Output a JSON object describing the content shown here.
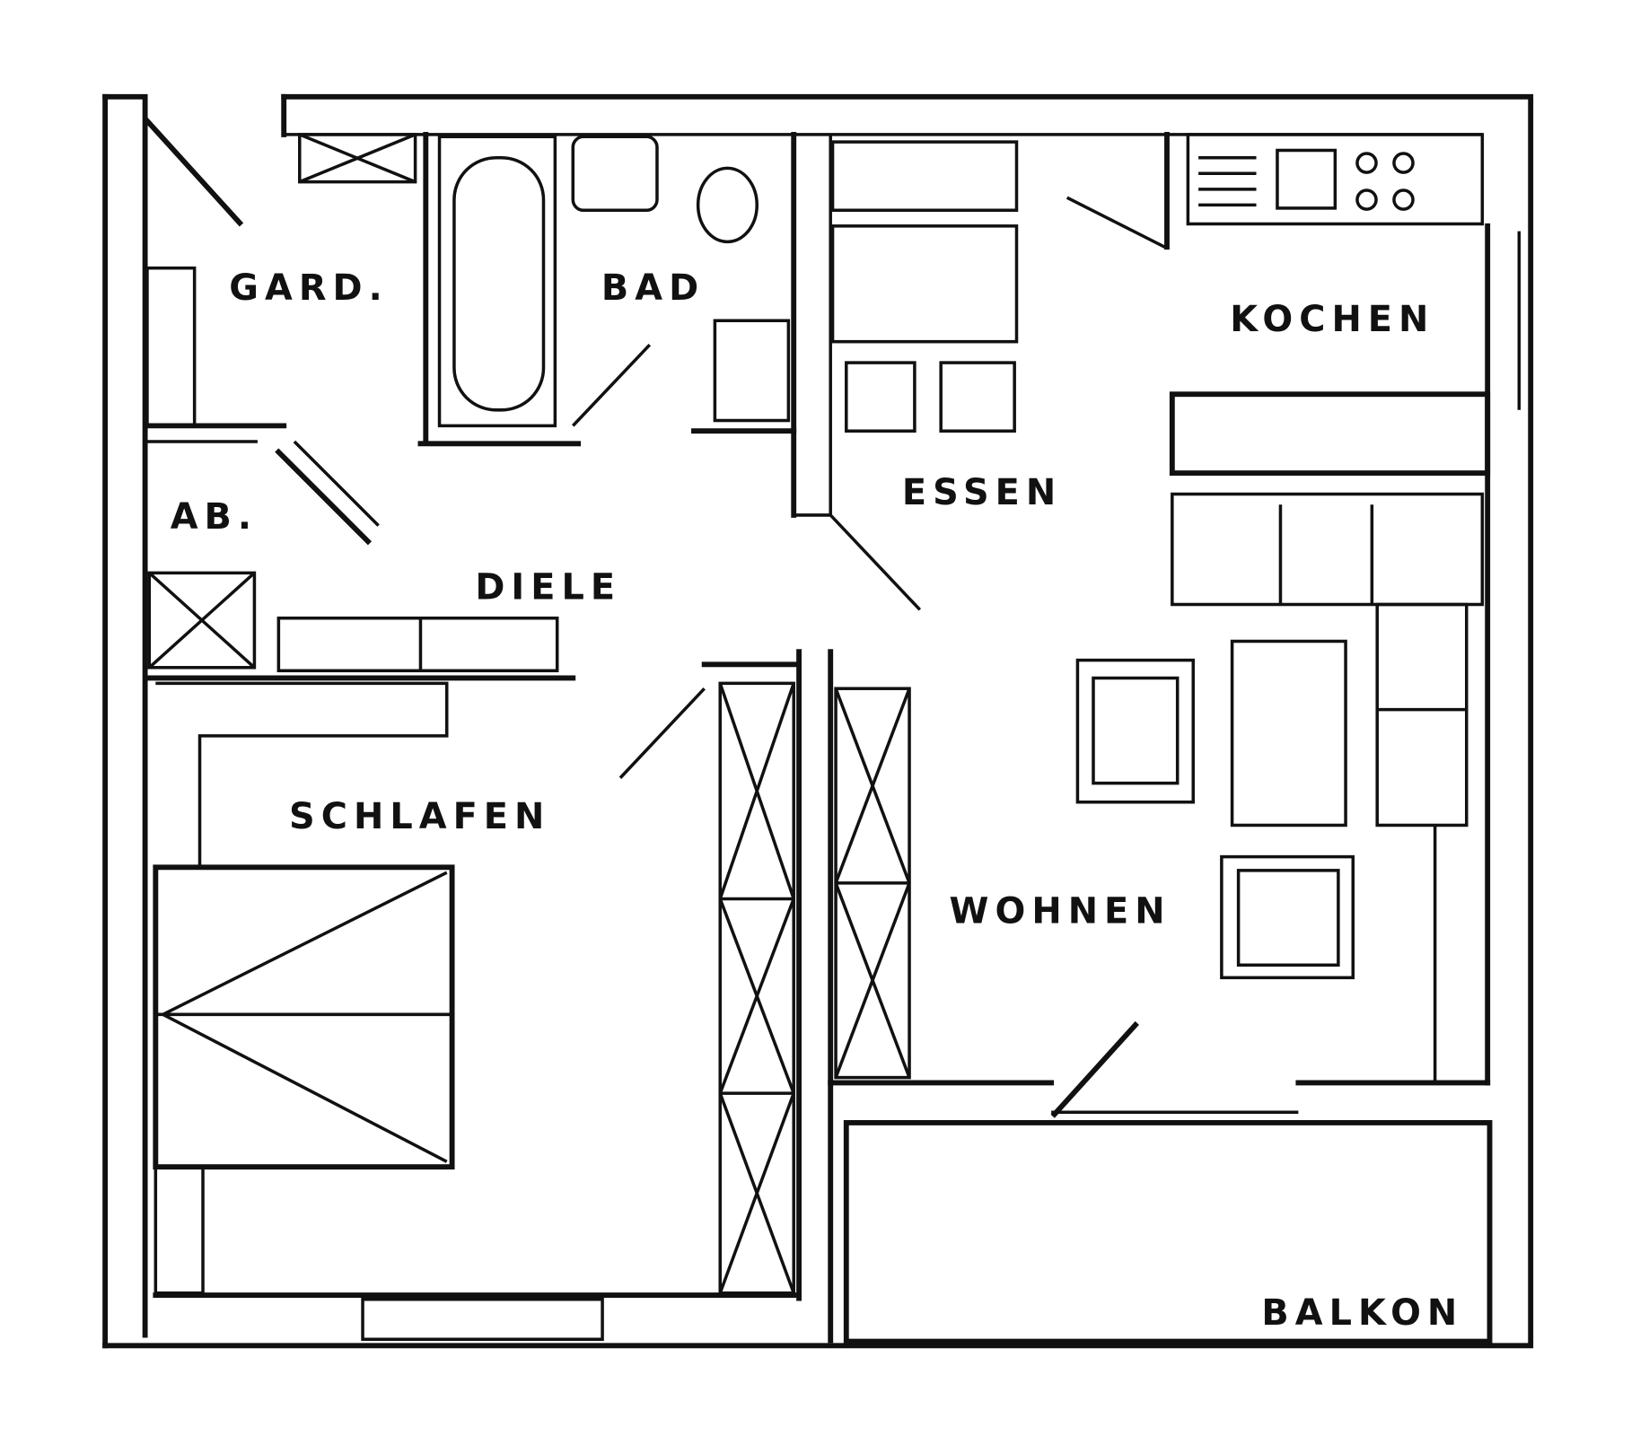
{
  "rooms": {
    "gard": "GARD.",
    "bad": "BAD",
    "kochen": "KOCHEN",
    "ab": "AB.",
    "essen": "ESSEN",
    "diele": "DIELE",
    "schlafen": "SCHLAFEN",
    "wohnen": "WOHNEN",
    "balkon": "BALKON"
  }
}
